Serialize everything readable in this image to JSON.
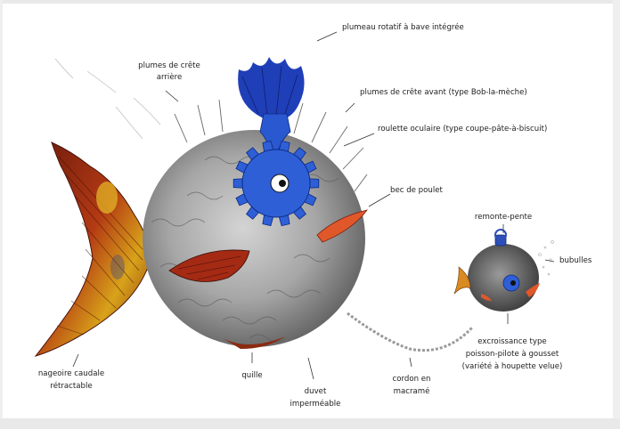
{
  "labels": {
    "plumeau": "plumeau rotatif à bave intégrée",
    "plumes_arriere_1": "plumes de crête",
    "plumes_arriere_2": "arrière",
    "plumes_avant": "plumes de crête avant (type Bob-la-mèche)",
    "roulette": "roulette oculaire (type coupe-pâte-à-biscuit)",
    "bec": "bec de poulet",
    "remonte": "remonte-pente",
    "bubulles": "bubulles",
    "nageoire_1": "nageoire caudale",
    "nageoire_2": "rétractable",
    "quille": "quille",
    "duvet_1": "duvet",
    "duvet_2": "imperméable",
    "cordon_1": "cordon en",
    "cordon_2": "macramé",
    "excroissance_1": "excroissance type",
    "excroissance_2": "poisson-pilote à gousset",
    "excroissance_3": "(variété à houpette velue)"
  },
  "colors": {
    "fur": "#8a8a8a",
    "crest": "#1f3fb8",
    "gear": "#2e5fd6",
    "fin_red": "#9e2a12",
    "fin_yellow": "#d8a21a",
    "beak": "#e0582a"
  }
}
